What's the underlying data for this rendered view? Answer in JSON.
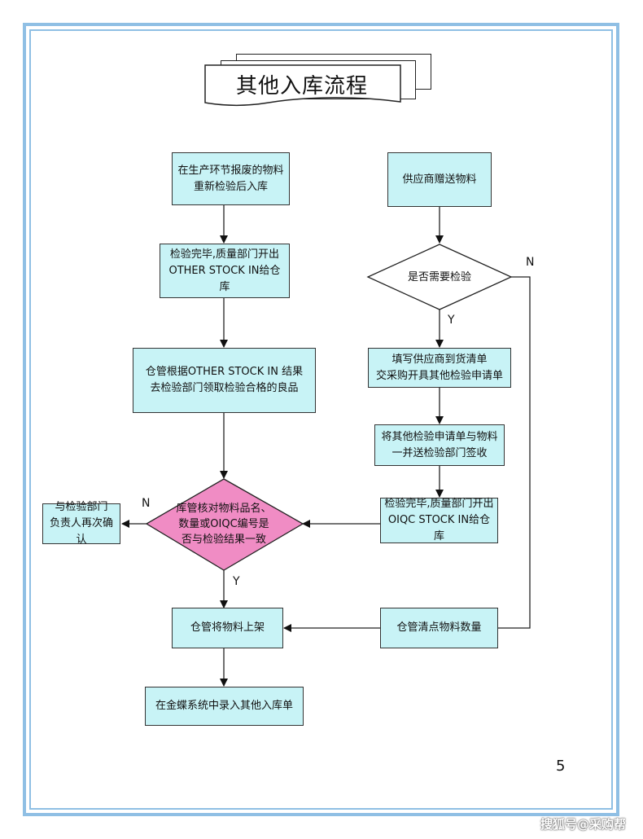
{
  "title": "其他入库流程",
  "nodes": {
    "scrap_material": "在生产环节报废的物料\n重新检验后入库",
    "qc_other_stock_in": "检验完毕,质量部门开出\nOTHER STOCK IN给仓库",
    "warehouse_collect": "仓管根据OTHER  STOCK IN 结果\n去检验部门领取检验合格的良品",
    "verify_decision": "库管核对物料品名、\n数量或OIQC编号是\n否与检验结果一致",
    "reconfirm": "与检验部门\n负责人再次确认",
    "shelve": "仓管将物料上架",
    "enter_kingdee": "在金蝶系统中录入其他入库单",
    "supplier_gift": "供应商赠送物料",
    "need_inspection": "是否需要检验",
    "fill_delivery": "填写供应商到货清单\n交采购开具其他检验申请单",
    "send_inspection": "将其他检验申请单与物料\n一并送检验部门签收",
    "qc_oiqc_stock_in": "检验完毕,质量部门开出\nOIQC  STOCK IN给仓库",
    "count_material": "仓管清点物料数量"
  },
  "labels": {
    "verify_no": "N",
    "verify_yes": "Y",
    "inspect_no": "N",
    "inspect_yes": "Y"
  },
  "page_number": "5",
  "watermark": "搜狐号@采购帮",
  "colors": {
    "box_fill": "#c8f3f6",
    "decision_pink": "#f08cc4",
    "frame_blue": "#8fbfe4"
  }
}
